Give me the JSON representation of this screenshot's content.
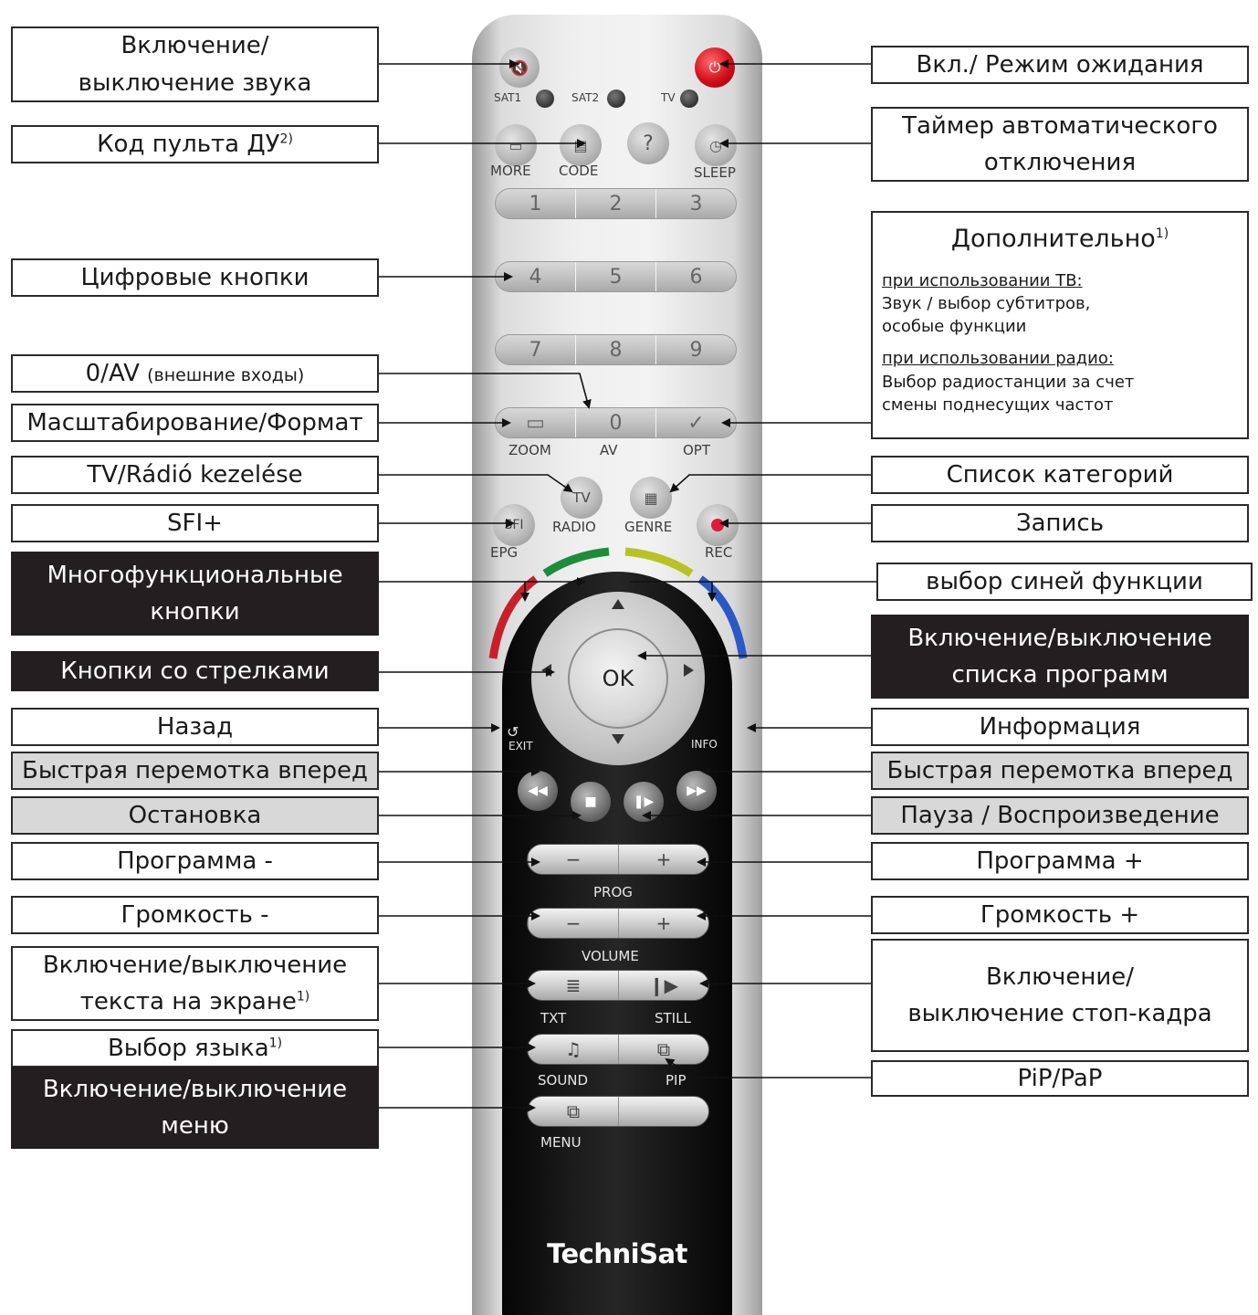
{
  "labels": {
    "mute": [
      "Включение/",
      "выключение звука"
    ],
    "power": "Вкл./ Режим ожидания",
    "code": "Код пульта ДУ",
    "code_sup": "2)",
    "sleep": [
      "Таймер автоматического",
      "отключения"
    ],
    "digits": "Цифровые кнопки",
    "extra": {
      "title": "Дополнительно",
      "title_sup": "1)",
      "tv_head": "при использовании ТВ:",
      "tv_lines": [
        "Звук / выбор субтитров,",
        "особые функции"
      ],
      "radio_head": "при использовании радио:",
      "radio_lines": [
        "Выбор радиостанции за счет",
        "смены поднесущих частот"
      ]
    },
    "zero_av": "0/AV",
    "zero_av_note": "(внешние входы)",
    "zoom": "Масштабирование/Формат",
    "tv_radio": "TV/Rádió kezelése",
    "genre": "Список категорий",
    "sfi": "SFI+",
    "rec": "Запись",
    "multi": [
      "Многофункциональные",
      "кнопки"
    ],
    "blue": "выбор синей функции",
    "arrows": "Кнопки со стрелками",
    "list": [
      "Включение/выключение",
      "списка программ"
    ],
    "back": "Назад",
    "info": "Информация",
    "ff_left": "Быстрая перемотка вперед",
    "ff_right": "Быстрая перемотка вперед",
    "stop": "Остановка",
    "pause": "Пауза / Воспроизведение",
    "prog_minus": "Программа -",
    "prog_plus": "Программа +",
    "vol_minus": "Громкость -",
    "vol_plus": "Громкость +",
    "txt": [
      "Включение/выключение",
      "текста на экране"
    ],
    "txt_sup": "1)",
    "still": [
      "Включение/",
      "выключение стоп-кадра"
    ],
    "lang": "Выбор языка",
    "lang_sup": "1)",
    "pip": "PiP/PaP",
    "menu": [
      "Включение/выключение",
      "меню"
    ]
  },
  "remote": {
    "sat1": "SAT1",
    "sat2": "SAT2",
    "tv": "TV",
    "more": "MORE",
    "code": "CODE",
    "question": "?",
    "sleep": "SLEEP",
    "row1": [
      "1",
      "2",
      "3"
    ],
    "row2": [
      "4",
      "5",
      "6"
    ],
    "row3": [
      "7",
      "8",
      "9"
    ],
    "row4_mid": "0",
    "row4_right": "✓",
    "zoom": "ZOOM",
    "av": "AV",
    "opt": "OPT",
    "tv_btn": "TV",
    "radio": "RADIO",
    "genre": "GENRE",
    "sfi_btn": "SFI",
    "epg": "EPG",
    "rec": "REC",
    "ok": "OK",
    "exit": "EXIT",
    "info": "INFO",
    "minus": "−",
    "plus": "+",
    "prog": "PROG",
    "volume": "VOLUME",
    "txt": "TXT",
    "still": "STILL",
    "sound": "SOUND",
    "pip": "PIP",
    "menu": "MENU",
    "brand": "TechniSat"
  },
  "colors": {
    "power": "#d40e1a",
    "rec": "#e0183a",
    "arc_red": "#c8202a",
    "arc_green": "#1e8c3a",
    "arc_yellow": "#b8c224",
    "arc_blue": "#2b59c3",
    "dark_label": "#231f20",
    "grey_label": "#d8d8d8"
  }
}
